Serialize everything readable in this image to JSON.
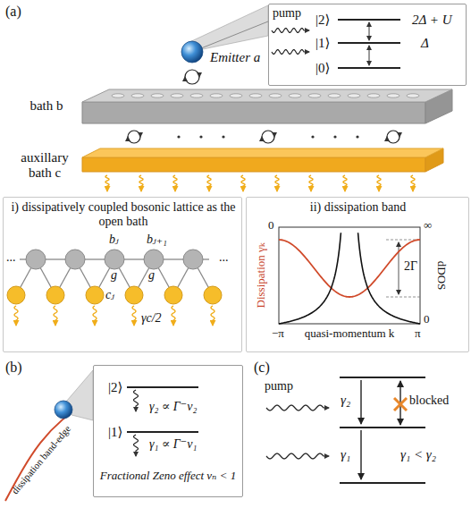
{
  "diagram": {
    "nodes": [
      {
        "text": [
          "Emitter a"
        ]
      },
      {
        "text": [
          "|2⟩",
          "2Δ + U",
          "|1⟩",
          "Δ",
          "|0⟩",
          "pump"
        ]
      },
      {
        "text": [
          "bath b"
        ]
      },
      {
        "text": [
          "auxillary bath c"
        ]
      },
      {
        "text": [
          "i) dissipatively coupled bosonic lattice as the open bath"
        ]
      },
      {
        "text": [
          "ii) dissipation band"
        ]
      },
      {
        "text": [
          "|2⟩",
          "γ₂ ∝ Γ⁻ν₂",
          "|1⟩",
          "γ₁ ∝ Γ⁻ν₁",
          "Fractional Zeno effect νₙ < 1"
        ]
      }
    ],
    "edges": [
      {
        "from": 0,
        "to": 1,
        "arrow": "none"
      }
    ],
    "labels": [
      "(a)",
      "bⱼ",
      "bⱼ₊₁",
      "g",
      "g",
      "cⱼ",
      "γc/2",
      "...",
      "...",
      "Dissipation γₖ",
      "dDOS",
      "0",
      "∞",
      "0",
      "−π",
      "π",
      "quasi-momentum k",
      "2Γ",
      "(b)",
      "dissipation band-edge",
      "(c)",
      "pump",
      "γ₂",
      "γ₁",
      "blocked",
      "γ₁ < γ₂"
    ]
  }
}
